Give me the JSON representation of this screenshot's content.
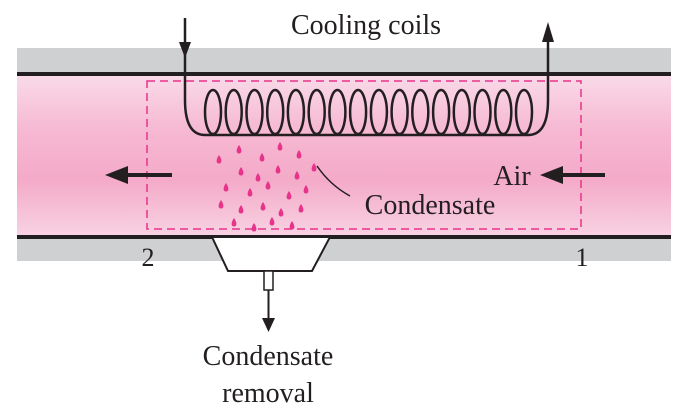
{
  "labels": {
    "cooling_coils": "Cooling coils",
    "air": "Air",
    "condensate": "Condensate",
    "condensate_removal_line1": "Condensate",
    "condensate_removal_line2": "removal",
    "station_2": "2",
    "station_1": "1"
  },
  "colors": {
    "duct_wall": "#cfd0d2",
    "duct_line": "#231f20",
    "air_fill_top": "#f9dbe8",
    "air_fill_mid": "#f5aecb",
    "control_volume": "#e8338b",
    "droplet": "#e8338b",
    "text": "#231f20"
  },
  "icons": {
    "flow_arrow": "left-arrow-icon",
    "droplet": "droplet-icon"
  }
}
